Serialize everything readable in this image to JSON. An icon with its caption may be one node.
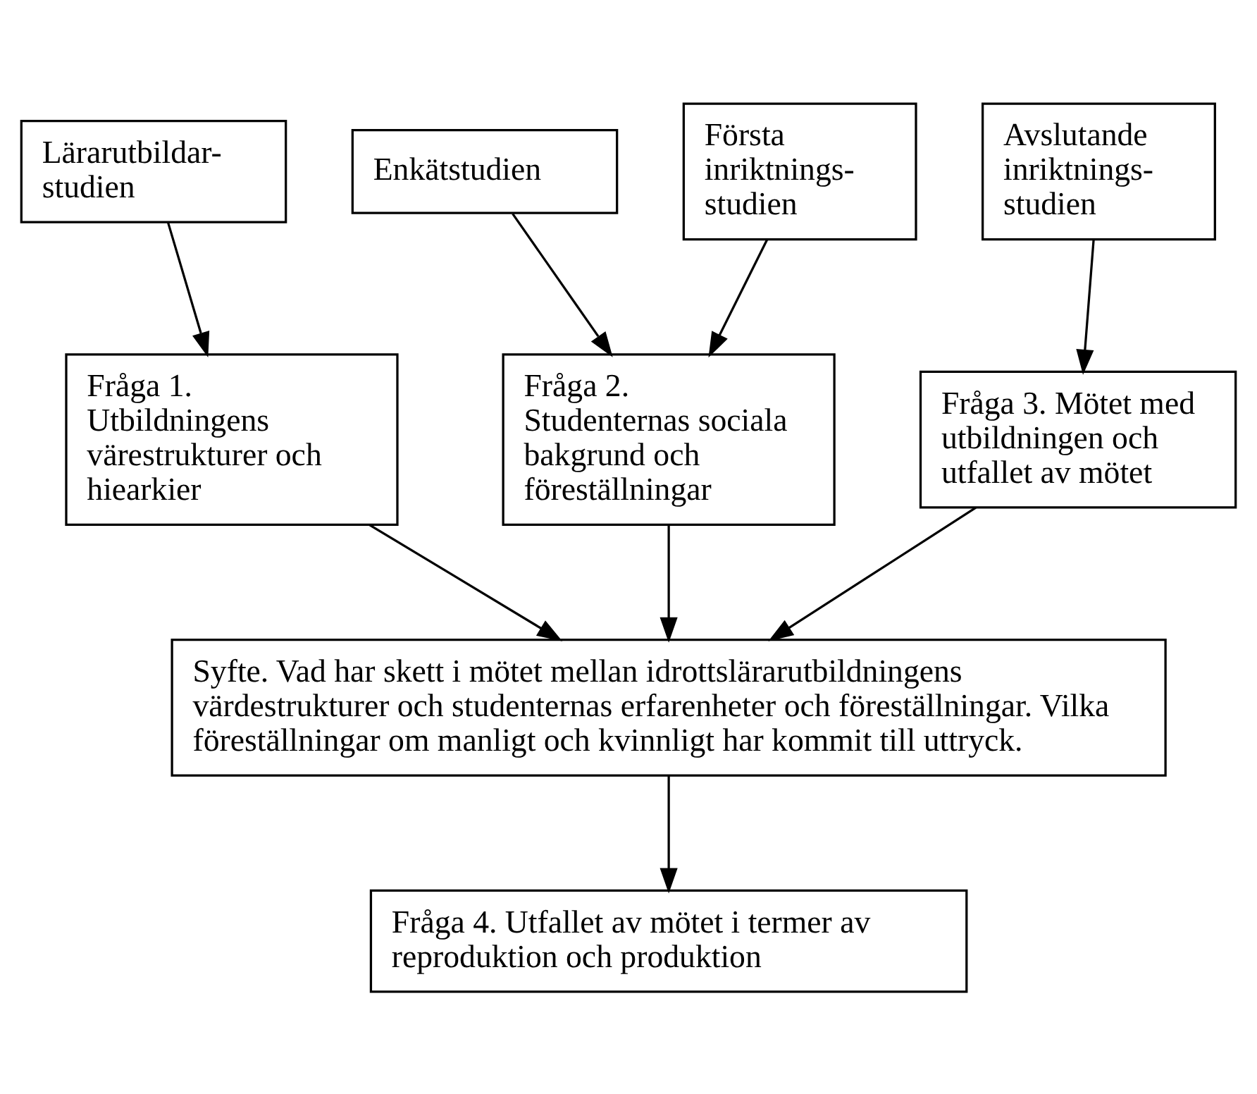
{
  "diagram": {
    "nodes": [
      {
        "text": [
          "Lärarutbildar- studien"
        ]
      },
      {
        "text": [
          "Enkätstudien"
        ]
      },
      {
        "text": [
          "Första inriktnings- studien"
        ]
      },
      {
        "text": [
          "Avslutande inriktnings- studien"
        ]
      },
      {
        "text": [
          "Fråga 1. Utbildningens värestrukturer och hiearkier"
        ]
      },
      {
        "text": [
          "Fråga 2. Studenternas sociala bakgrund och föreställningar"
        ]
      },
      {
        "text": [
          "Fråga 3. Mötet med utbildningen och utfallet av mötet"
        ]
      },
      {
        "text": [
          "Syfte. Vad har skett i mötet mellan idrottslärarutbildningens värdestrukturer och studenternas erfarenheter och föreställningar. Vilka föreställningar om manligt och kvinnligt har kommit till uttryck."
        ]
      },
      {
        "text": [
          "Fråga 4. Utfallet av mötet i termer av reproduktion och produktion"
        ]
      }
    ],
    "edges": [
      {
        "from": 0,
        "to": 4,
        "arrow": "to"
      },
      {
        "from": 1,
        "to": 5,
        "arrow": "to"
      },
      {
        "from": 2,
        "to": 5,
        "arrow": "to"
      },
      {
        "from": 3,
        "to": 6,
        "arrow": "to"
      },
      {
        "from": 4,
        "to": 7,
        "arrow": "to"
      },
      {
        "from": 5,
        "to": 7,
        "arrow": "to"
      },
      {
        "from": 6,
        "to": 7,
        "arrow": "to"
      },
      {
        "from": 7,
        "to": 8,
        "arrow": "to"
      }
    ]
  }
}
